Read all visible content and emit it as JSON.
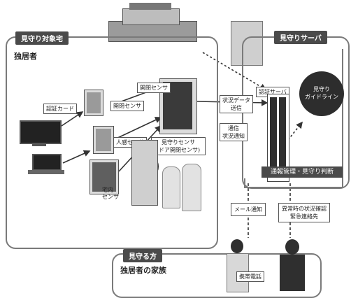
{
  "regions": {
    "home_tag": "見守り対象宅",
    "home_subtitle": "独居者",
    "server_title": "見守りサーバ",
    "family_tag": "見守る方",
    "family_subtitle": "独居者の家族"
  },
  "labels": {
    "device_card": "認証カード",
    "sensor_a": "開閉センサ",
    "sensor_b": "人感センサ",
    "monitor_sensor_lines": [
      "見守りセンサ",
      "(ドア開閉センサ)"
    ],
    "socket_lines": [
      "宅内",
      "センサ"
    ],
    "receive_a_lines": [
      "状況データ",
      "送信"
    ],
    "receive_b_lines": [
      "通信",
      "状況通知"
    ],
    "server_box": "認証サーバ",
    "guideline_lines": [
      "見守り",
      "ガイドライン"
    ],
    "mgmt_bar": "通報管理・見守り判断",
    "mail_box": "メール通知",
    "alert_lines": [
      "異常時の状況確認",
      "緊急連絡先"
    ],
    "phone_label": "携帯電話"
  },
  "colors": {
    "dark": "#4a4a4a",
    "border": "#7a7a7a",
    "circle": "#2d2d2d"
  }
}
